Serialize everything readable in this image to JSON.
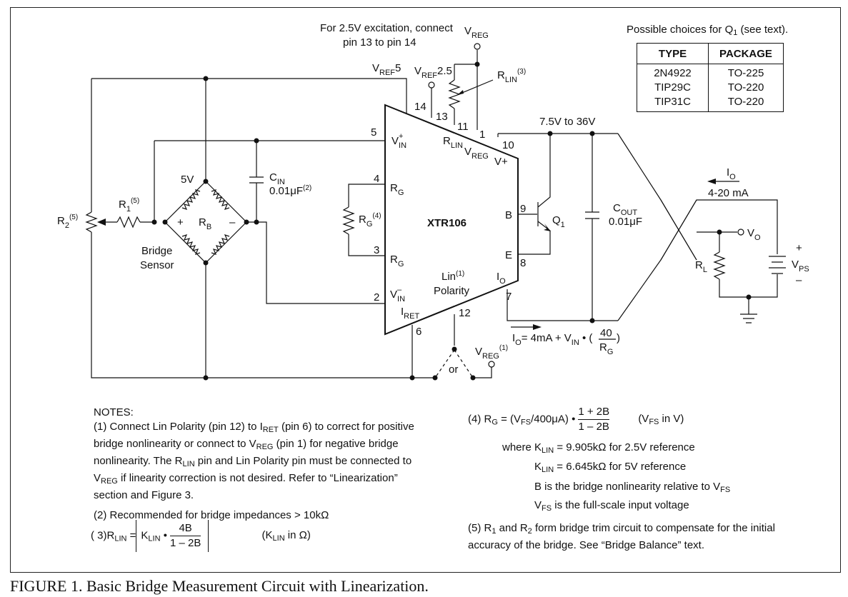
{
  "figure_caption": "FIGURE 1. Basic Bridge Measurement Circuit with Linearization.",
  "q1_table": {
    "title": "Possible choices for Q",
    "title_sub": "1",
    "title_tail": " (see text).",
    "headers": [
      "TYPE",
      "PACKAGE"
    ],
    "types": [
      "2N4922",
      "TIP29C",
      "TIP31C"
    ],
    "packages": [
      "TO-225",
      "TO-220",
      "TO-220"
    ]
  },
  "chip": {
    "name": "XTR106",
    "pins": {
      "p14": "14",
      "p13": "13",
      "p11": "11",
      "p1": "1",
      "p10": "10",
      "p9": "9",
      "p8": "8",
      "p7": "7",
      "p5": "5",
      "p4": "4",
      "p3": "3",
      "p2": "2",
      "p6": "6",
      "p12": "12"
    },
    "lin_polarity_1": "Lin",
    "lin_polarity_sup": "(1)",
    "lin_polarity_2": "Polarity"
  },
  "labels": {
    "excitation_note_1": "For 2.5V excitation, connect",
    "excitation_note_2": "pin 13 to pin 14",
    "supply_range": "7.5V to 36V",
    "loop_current": "4-20 mA",
    "five_v": "5V",
    "bridge_sensor_1": "Bridge",
    "bridge_sensor_2": "Sensor",
    "cin_value": "0.01μF",
    "cin_note": "(2)",
    "cout_value": "0.01μF",
    "or_label": "or",
    "io_equation": "= 4mA + V",
    "io_frac_num": "40",
    "plus": "+",
    "minus": "–"
  },
  "notes": {
    "heading": "NOTES:",
    "n1_a": "(1) Connect Lin Polarity (pin 12) to I",
    "n1_b": " (pin 6) to correct for positive",
    "n1_c": "bridge nonlinearity or connect to V",
    "n1_d": " (pin 1) for negative bridge",
    "n1_e": "nonlinearity. The R",
    "n1_f": " pin and Lin Polarity pin must be connected to",
    "n1_g": "V",
    "n1_h": " if linearity correction is not desired. Refer to “Linearization”",
    "n1_i": "section and Figure 3.",
    "n2": "(2) Recommended for bridge impedances > 10kΩ",
    "n3_prefix": "( 3)R",
    "n3_num": "4B",
    "n3_den": "1 – 2B",
    "n3_units": "(K",
    "n3_units_tail": " in Ω)",
    "n4_prefix": "(4) R",
    "n4_mid": " = (V",
    "n4_mid2": "/400μA) •",
    "n4_num": "1 + 2B",
    "n4_den": "1 – 2B",
    "n4_units": "(V",
    "n4_units_tail": " in V)",
    "n4_where1": "where K",
    "n4_where1_tail": " = 9.905kΩ for 2.5V reference",
    "n4_where2": "K",
    "n4_where2_tail": " = 6.645kΩ for 5V reference",
    "n4_b": "B is the bridge nonlinearity relative to V",
    "n4_vfs": "V",
    "n4_vfs_tail": " is the full-scale input voltage",
    "n5_a": "(5) R",
    "n5_b": " and R",
    "n5_c": " form bridge trim circuit to compensate for the initial",
    "n5_d": "accuracy of the bridge. See “Bridge Balance” text."
  }
}
